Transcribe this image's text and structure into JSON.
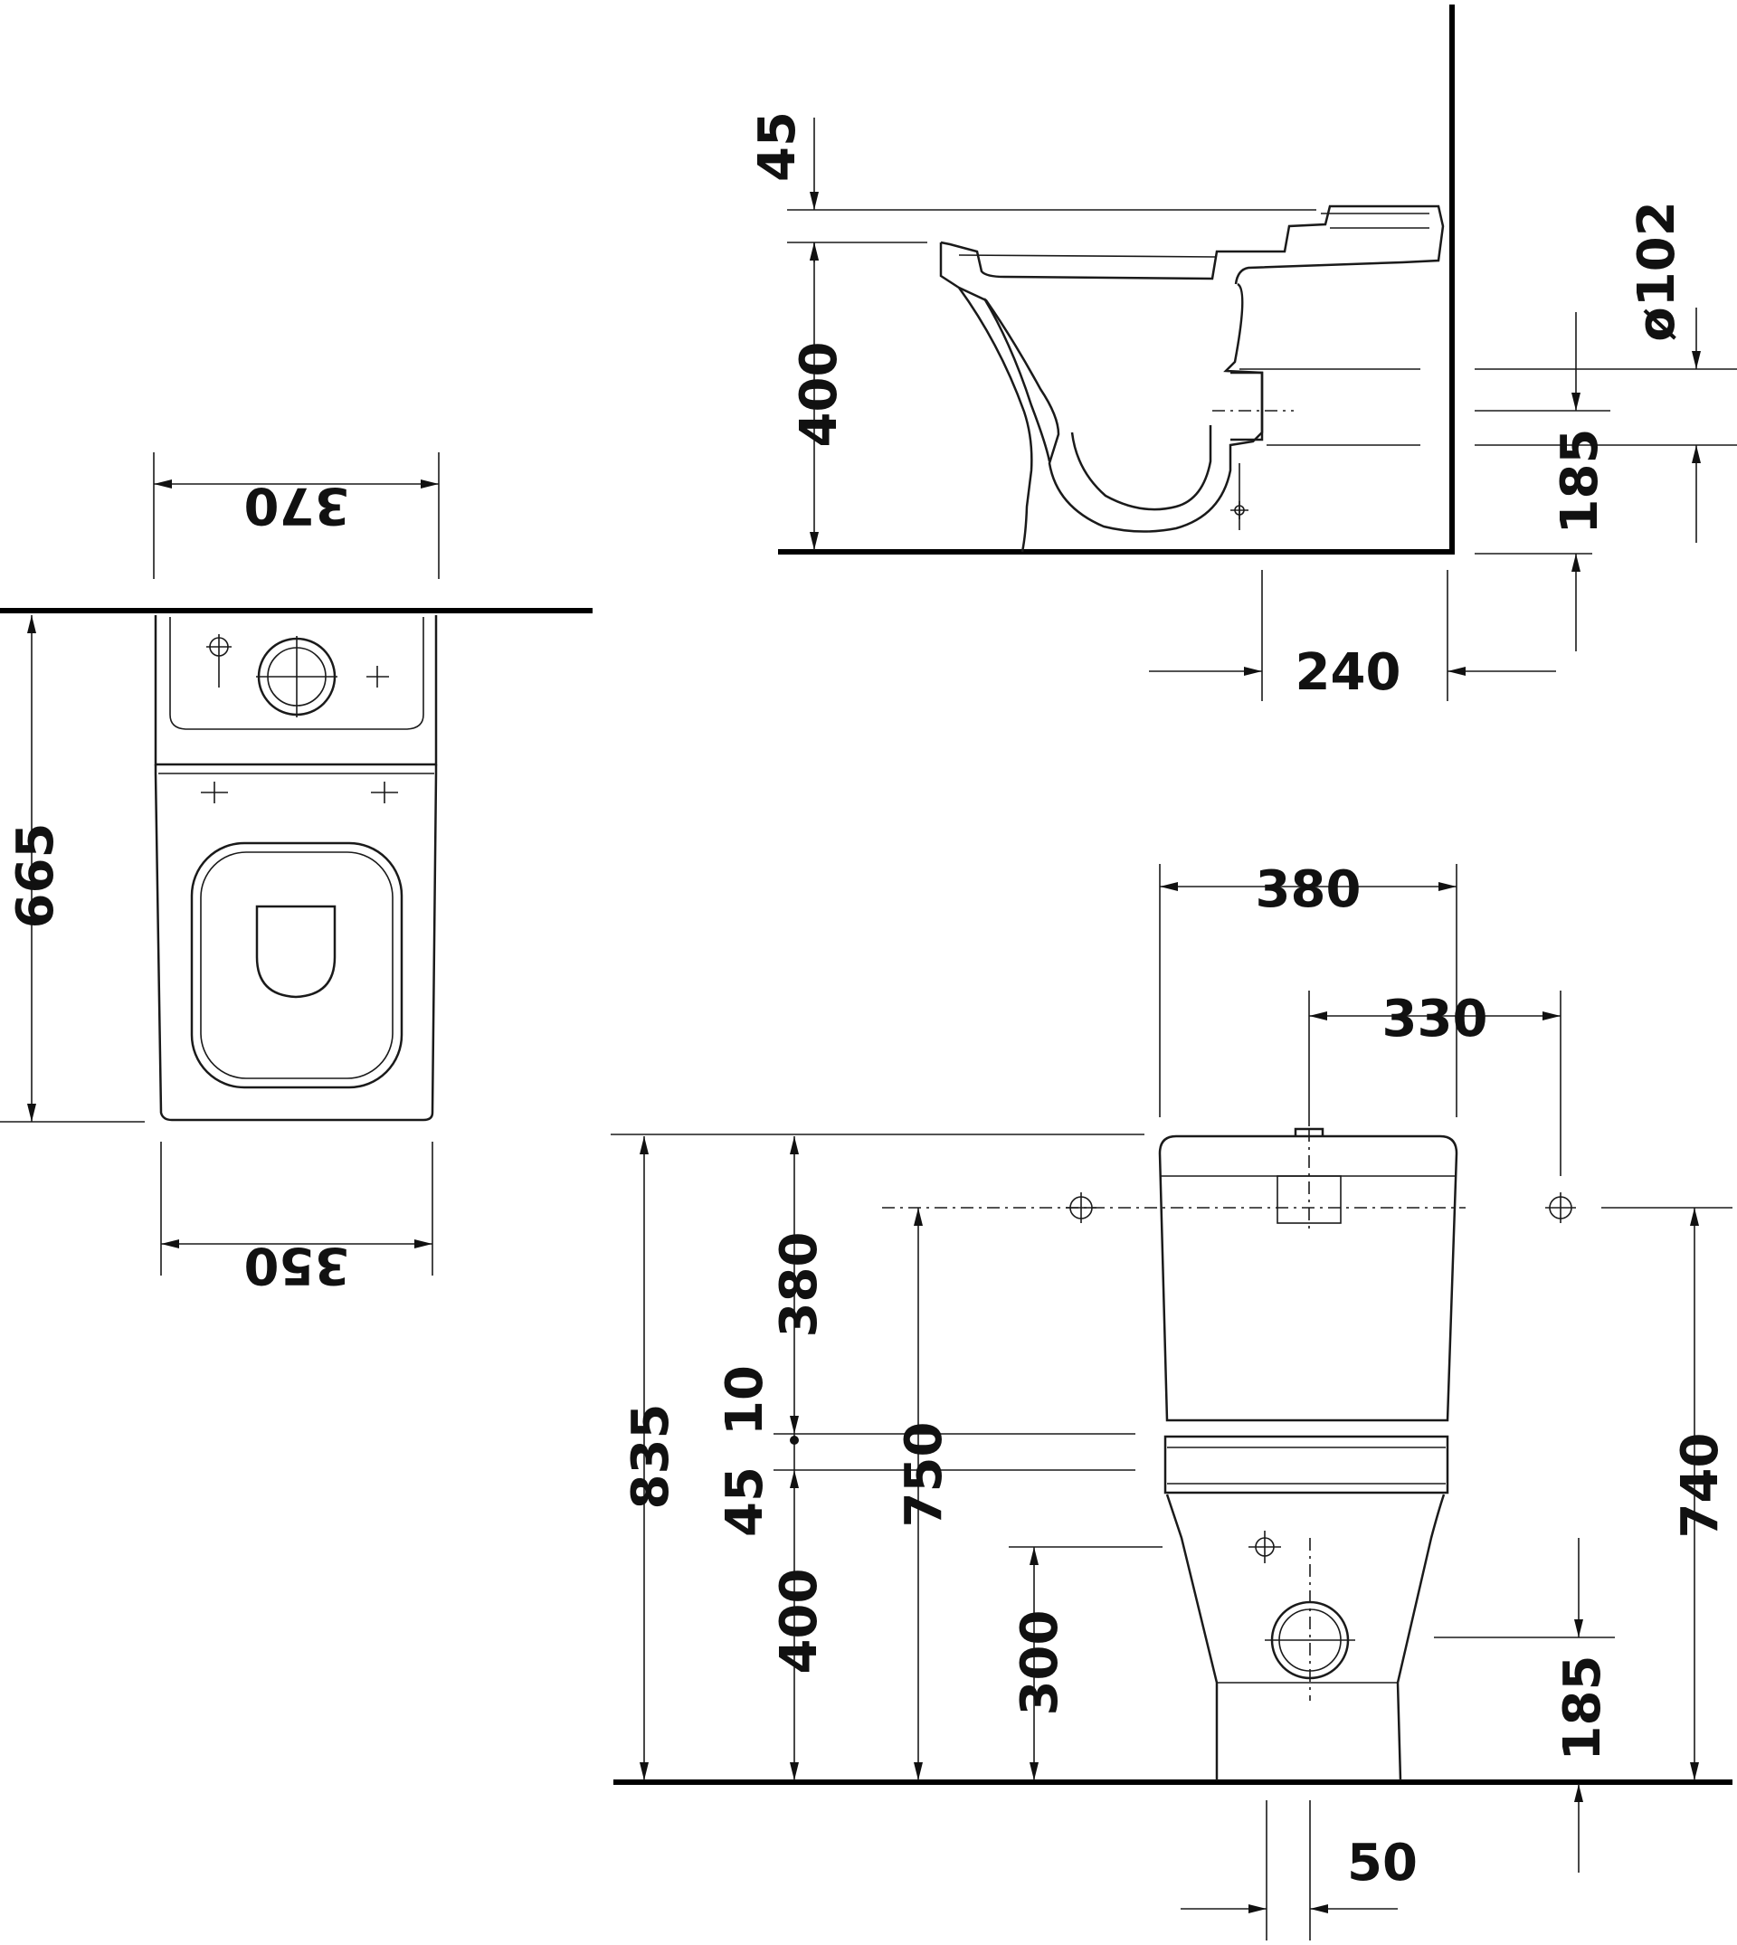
{
  "plan_view": {
    "dim_rear_width": "370",
    "dim_front_width": "350",
    "dim_depth": "665"
  },
  "side_view": {
    "dim_seat_above_rim": "45",
    "dim_rim_height": "400",
    "dim_outlet_diameter": "ø102",
    "dim_outlet_height": "185",
    "dim_outlet_to_wall": "240"
  },
  "front_view": {
    "dim_cistern_width": "380",
    "dim_fixing_spacing": "330",
    "dim_total_height": "835",
    "dim_cistern_height": "380",
    "dim_gap": "10",
    "dim_seat_thickness": "45",
    "dim_bowl_height": "400",
    "dim_fixing_height": "750",
    "dim_inlet_height": "300",
    "dim_wall_fixing_height": "740",
    "dim_outlet_height": "185",
    "dim_outlet_offset": "50"
  }
}
